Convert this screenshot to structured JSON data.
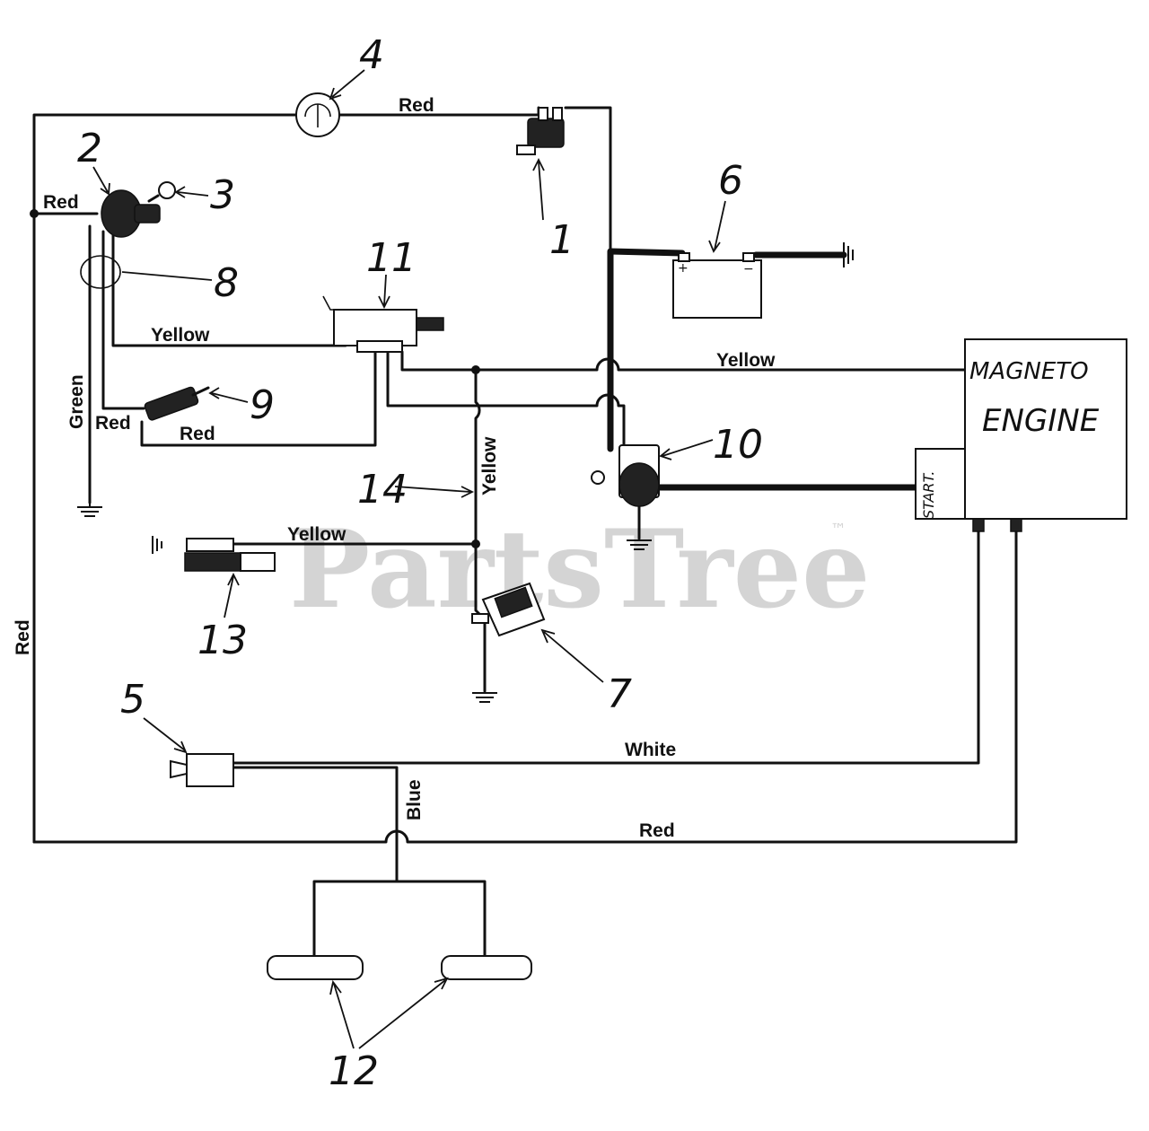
{
  "watermark": {
    "text": "PartsTree",
    "trademark": "™"
  },
  "engine_box": {
    "line1": "MAGNETO",
    "line2": "ENGINE",
    "start": "START."
  },
  "callouts": [
    "1",
    "2",
    "3",
    "4",
    "5",
    "6",
    "7",
    "8",
    "9",
    "10",
    "11",
    "12",
    "13",
    "14"
  ],
  "wire_labels": {
    "red_top": "Red",
    "red_key": "Red",
    "green": "Green",
    "yellow_11": "Yellow",
    "red_9_left": "Red",
    "red_9_bottom": "Red",
    "yellow_engine": "Yellow",
    "yellow_14": "Yellow",
    "yellow_13": "Yellow",
    "red_left": "Red",
    "white": "White",
    "blue": "Blue",
    "red_bottom": "Red"
  },
  "battery": {
    "plus": "+",
    "minus": "−"
  }
}
